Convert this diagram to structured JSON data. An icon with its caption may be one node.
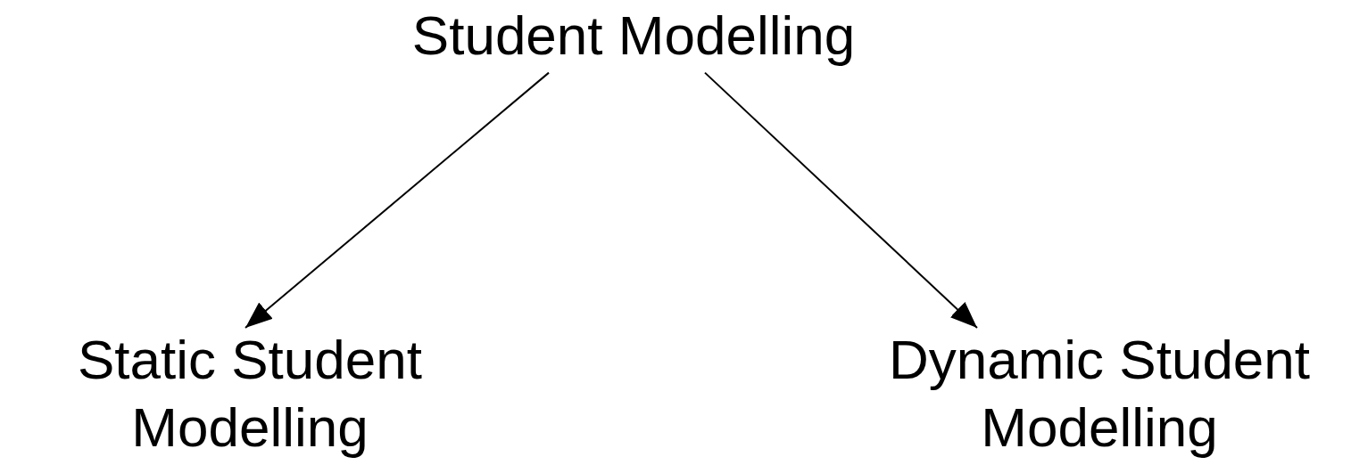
{
  "diagram": {
    "nodes": [
      {
        "text": [
          "Student Modelling"
        ]
      },
      {
        "text": [
          "Static Student Modelling"
        ]
      },
      {
        "text": [
          "Dynamic Student Modelling"
        ]
      }
    ],
    "edges": [
      {
        "from": 0,
        "to": 1,
        "arrow": "to"
      },
      {
        "from": 0,
        "to": 2,
        "arrow": "to"
      }
    ]
  }
}
